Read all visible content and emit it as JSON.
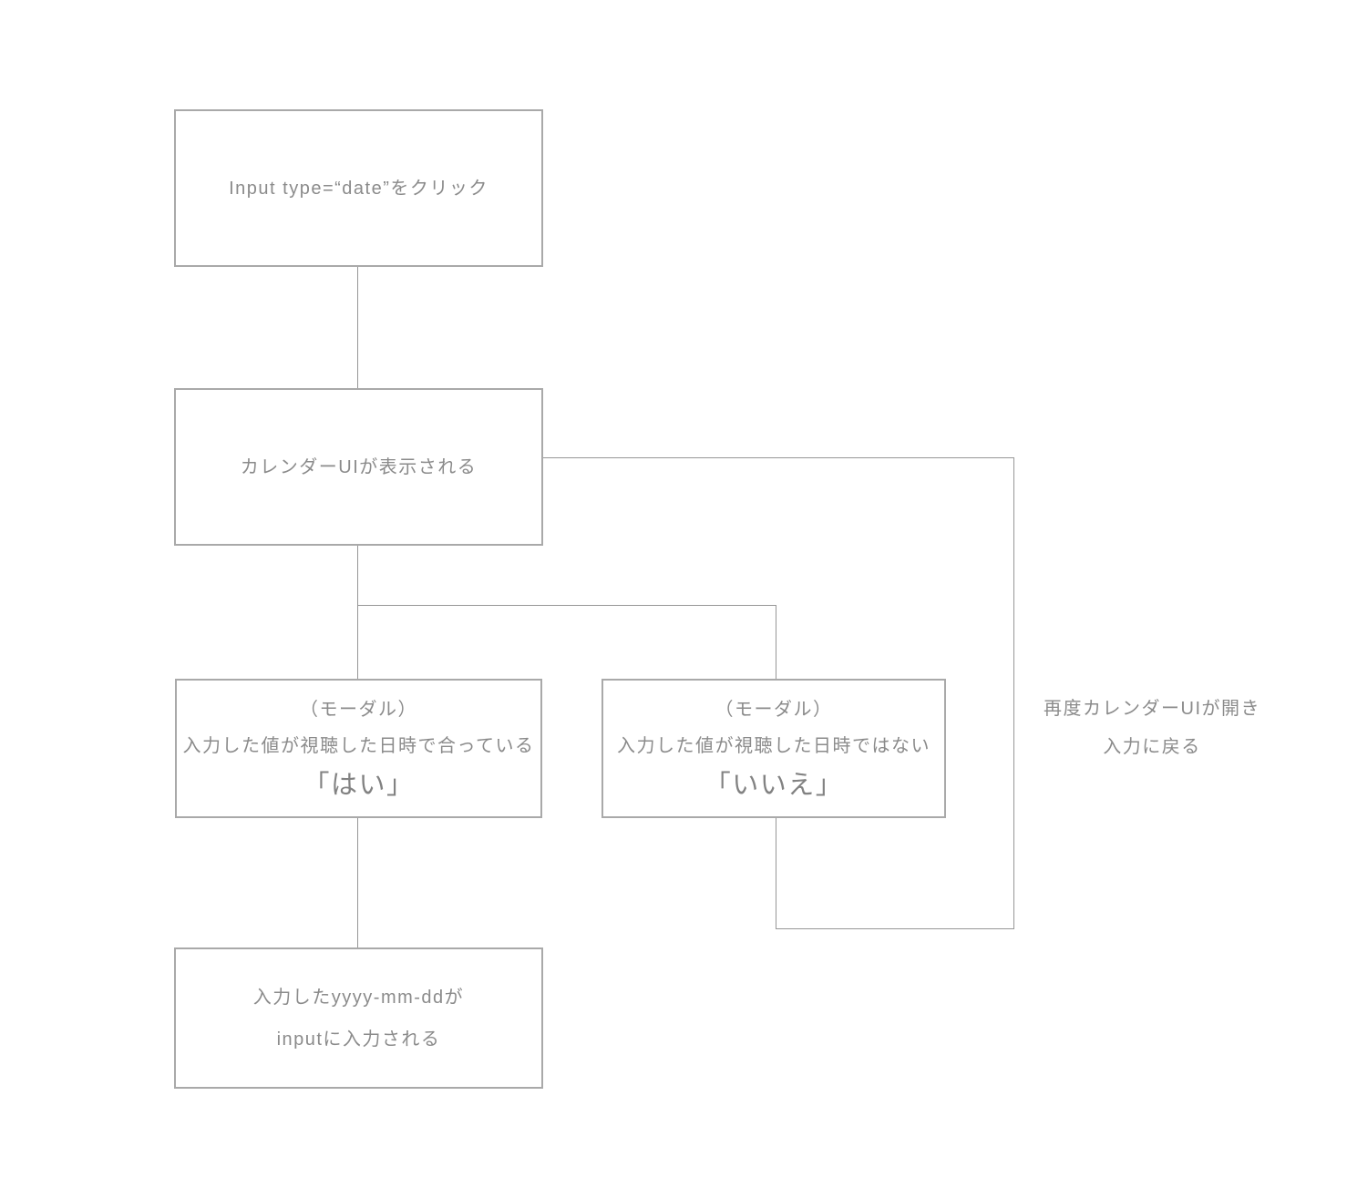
{
  "diagram": {
    "colors": {
      "background": "#ffffff",
      "box_border": "#a9a9a9",
      "connector": "#979797",
      "text": "#8b8b8b"
    },
    "nodes": {
      "click_input": {
        "line1": "Input type=“date”をクリック"
      },
      "calendar_ui": {
        "line1": "カレンダーUIが表示される"
      },
      "modal_yes": {
        "line1": "（モーダル）",
        "line2": "入力した値が視聴した日時で合っている",
        "line3": "「はい」"
      },
      "modal_no": {
        "line1": "（モーダル）",
        "line2": "入力した値が視聴した日時ではない",
        "line3": "「いいえ」"
      },
      "value_filled": {
        "line1": "入力したyyyy-mm-ddが",
        "line2": "inputに入力される"
      }
    },
    "annotations": {
      "loop_label": {
        "line1": "再度カレンダーUIが開き",
        "line2": "入力に戻る"
      }
    }
  }
}
